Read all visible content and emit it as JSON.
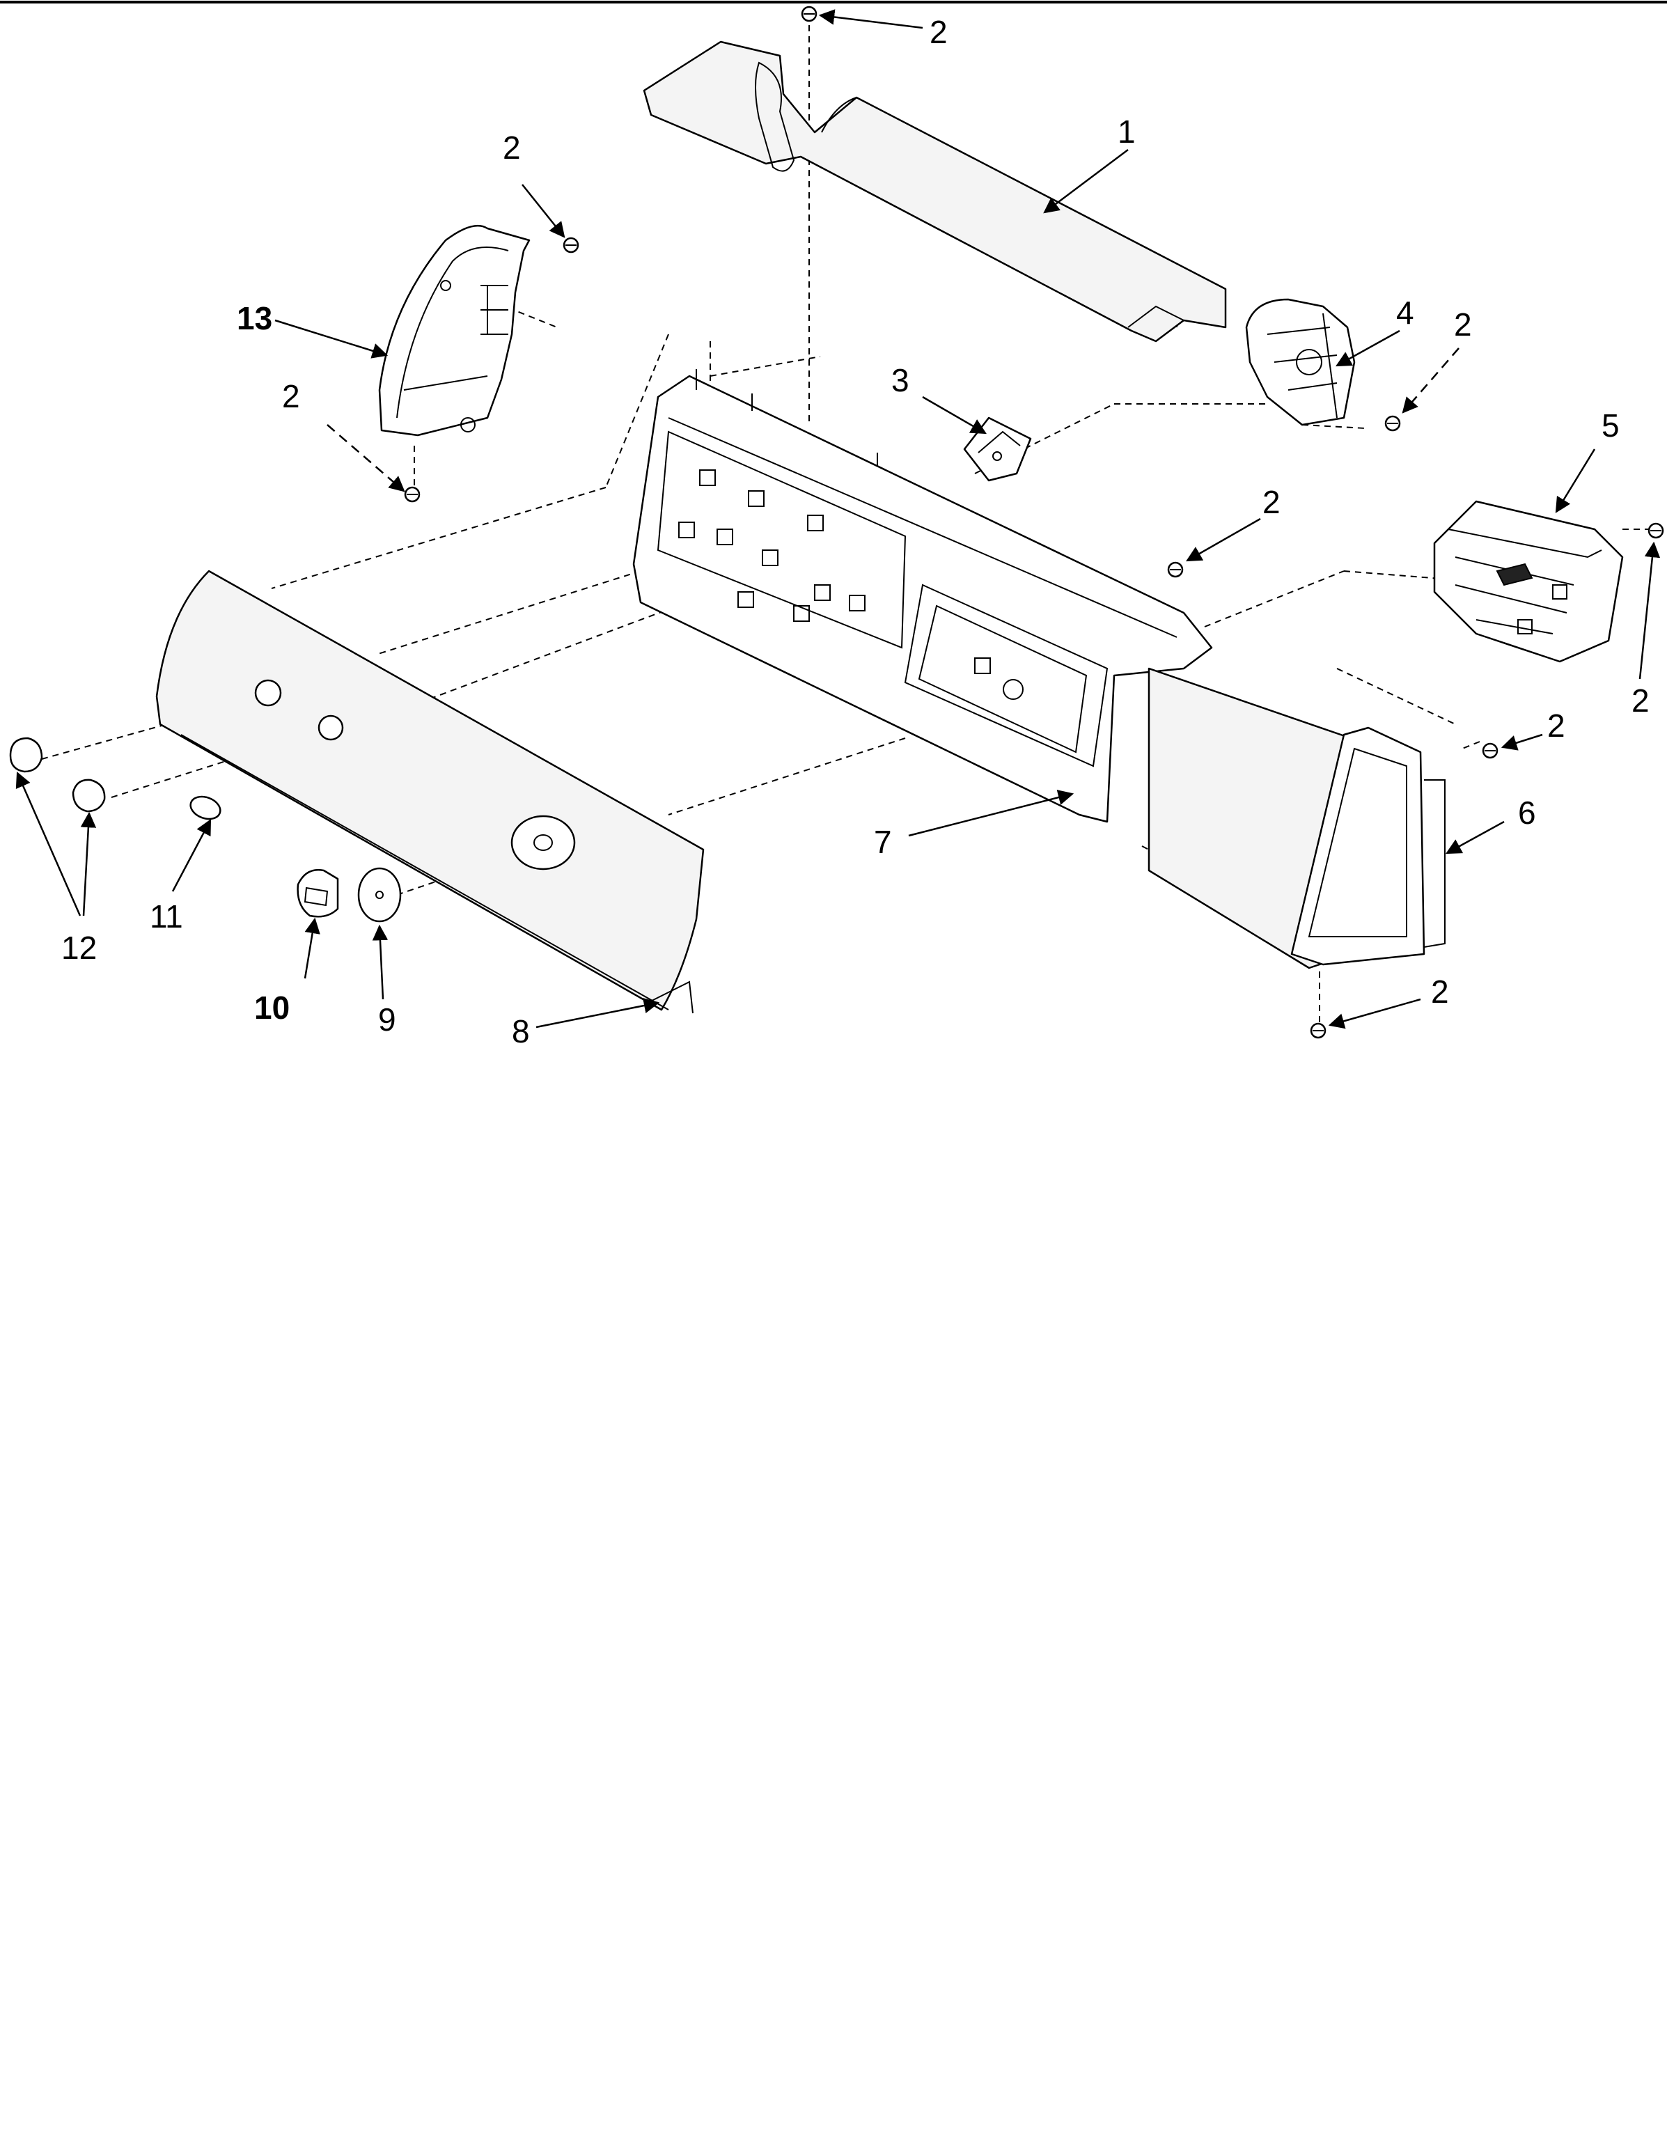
{
  "diagram": {
    "type": "exploded-parts-view",
    "callouts": {
      "c1": "1",
      "c2": "2",
      "c3": "3",
      "c4": "4",
      "c5": "5",
      "c6": "6",
      "c7": "7",
      "c8": "8",
      "c9": "9",
      "c10": "10",
      "c11": "11",
      "c12": "12",
      "c13": "13"
    }
  }
}
